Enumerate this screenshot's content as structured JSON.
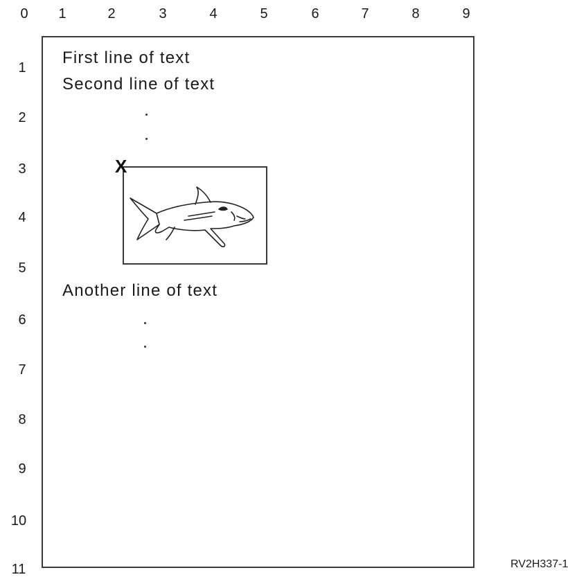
{
  "ruler": {
    "horizontal": [
      "0",
      "1",
      "2",
      "3",
      "4",
      "5",
      "6",
      "7",
      "8",
      "9"
    ],
    "vertical": [
      "1",
      "2",
      "3",
      "4",
      "5",
      "6",
      "7",
      "8",
      "9",
      "10",
      "11"
    ]
  },
  "page": {
    "line_1": "First line of text",
    "line_2": "Second line of text",
    "line_3": "Another line of text"
  },
  "image": {
    "marker": "X",
    "icon": "shark-icon"
  },
  "figure_id": "RV2H337-1"
}
